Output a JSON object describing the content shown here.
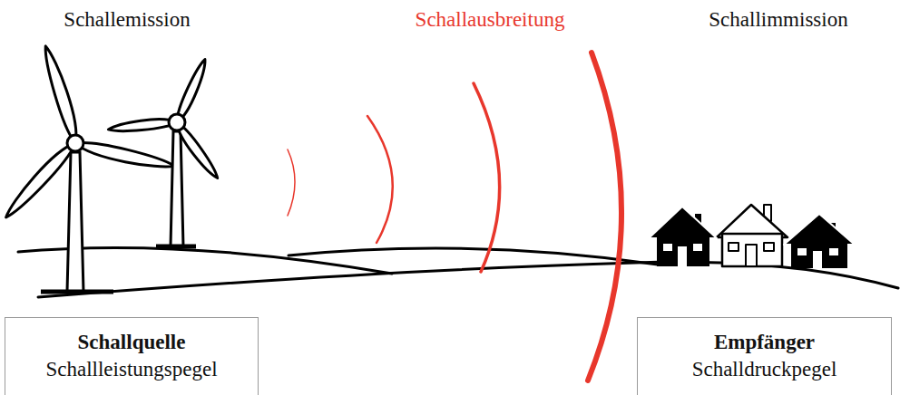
{
  "diagram": {
    "nodes": [
      {
        "text": [
          "Schallquelle",
          "Schallleistungspegel"
        ]
      },
      {
        "text": [
          "Empfänger",
          "Schalldruckpegel"
        ]
      }
    ],
    "labels": [
      "Schallemission",
      "Schallausbreitung",
      "Schallimmission"
    ]
  }
}
